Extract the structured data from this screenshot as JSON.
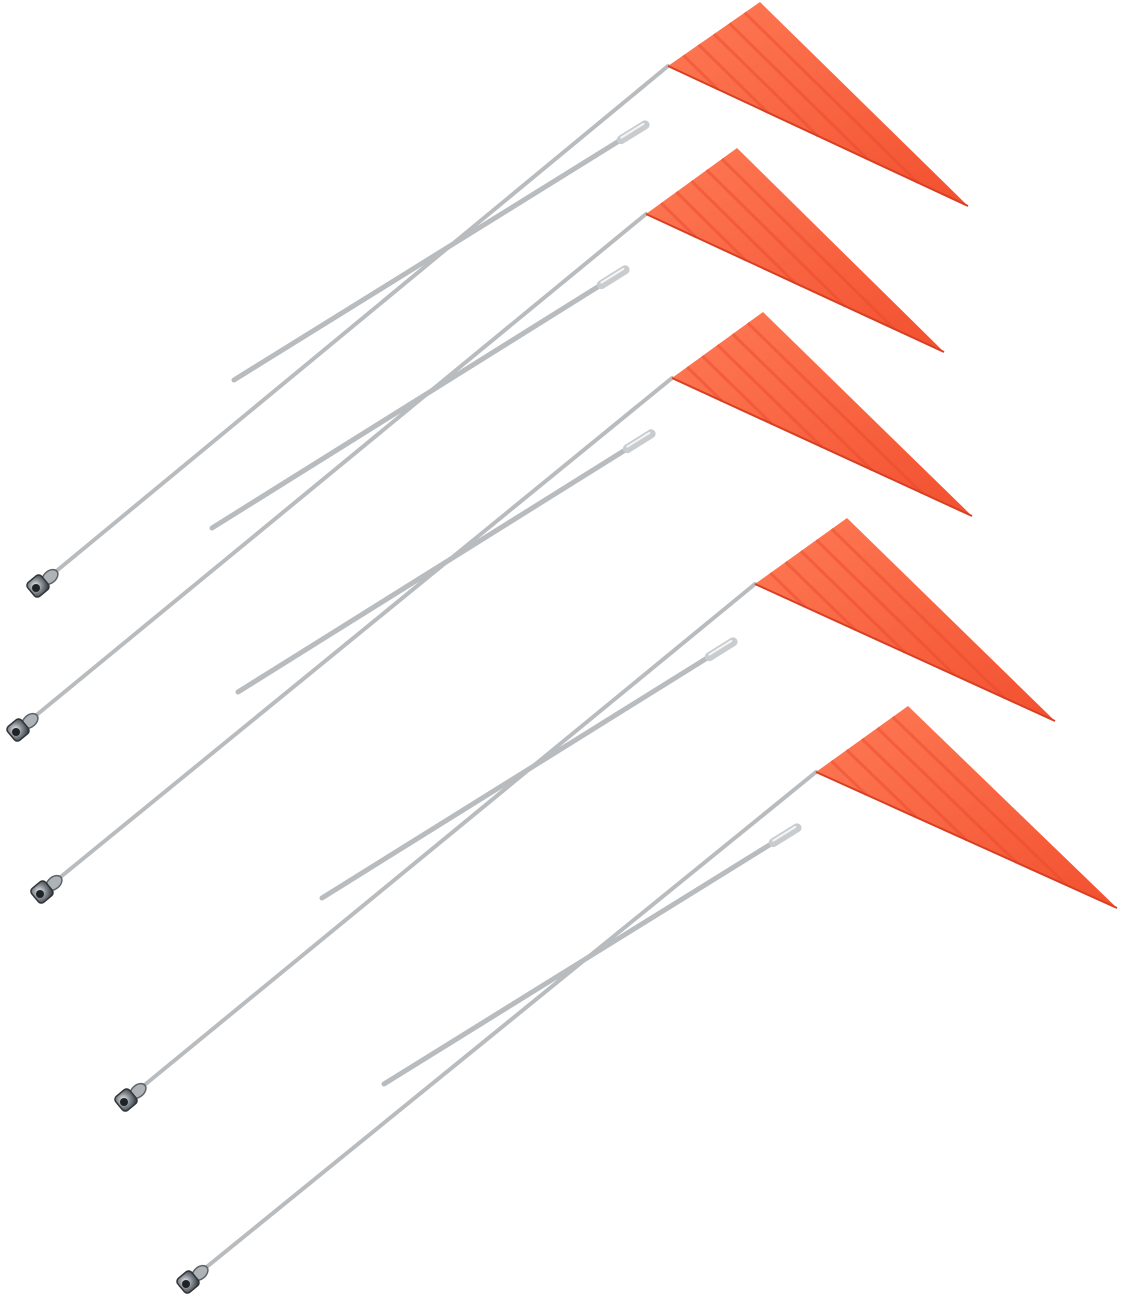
{
  "image": {
    "subject": "bicycle-safety-flag-kit",
    "background_color": "#ffffff",
    "flag_color": "#ff6a45",
    "flag_shadow_color": "#e8482c",
    "rod_color": "#b9bcbf",
    "hardware_color": "#9aa0a6"
  },
  "flag_sets": [
    {
      "name": "flag-set-1"
    },
    {
      "name": "flag-set-2"
    },
    {
      "name": "flag-set-3"
    },
    {
      "name": "flag-set-4"
    },
    {
      "name": "flag-set-5"
    }
  ]
}
